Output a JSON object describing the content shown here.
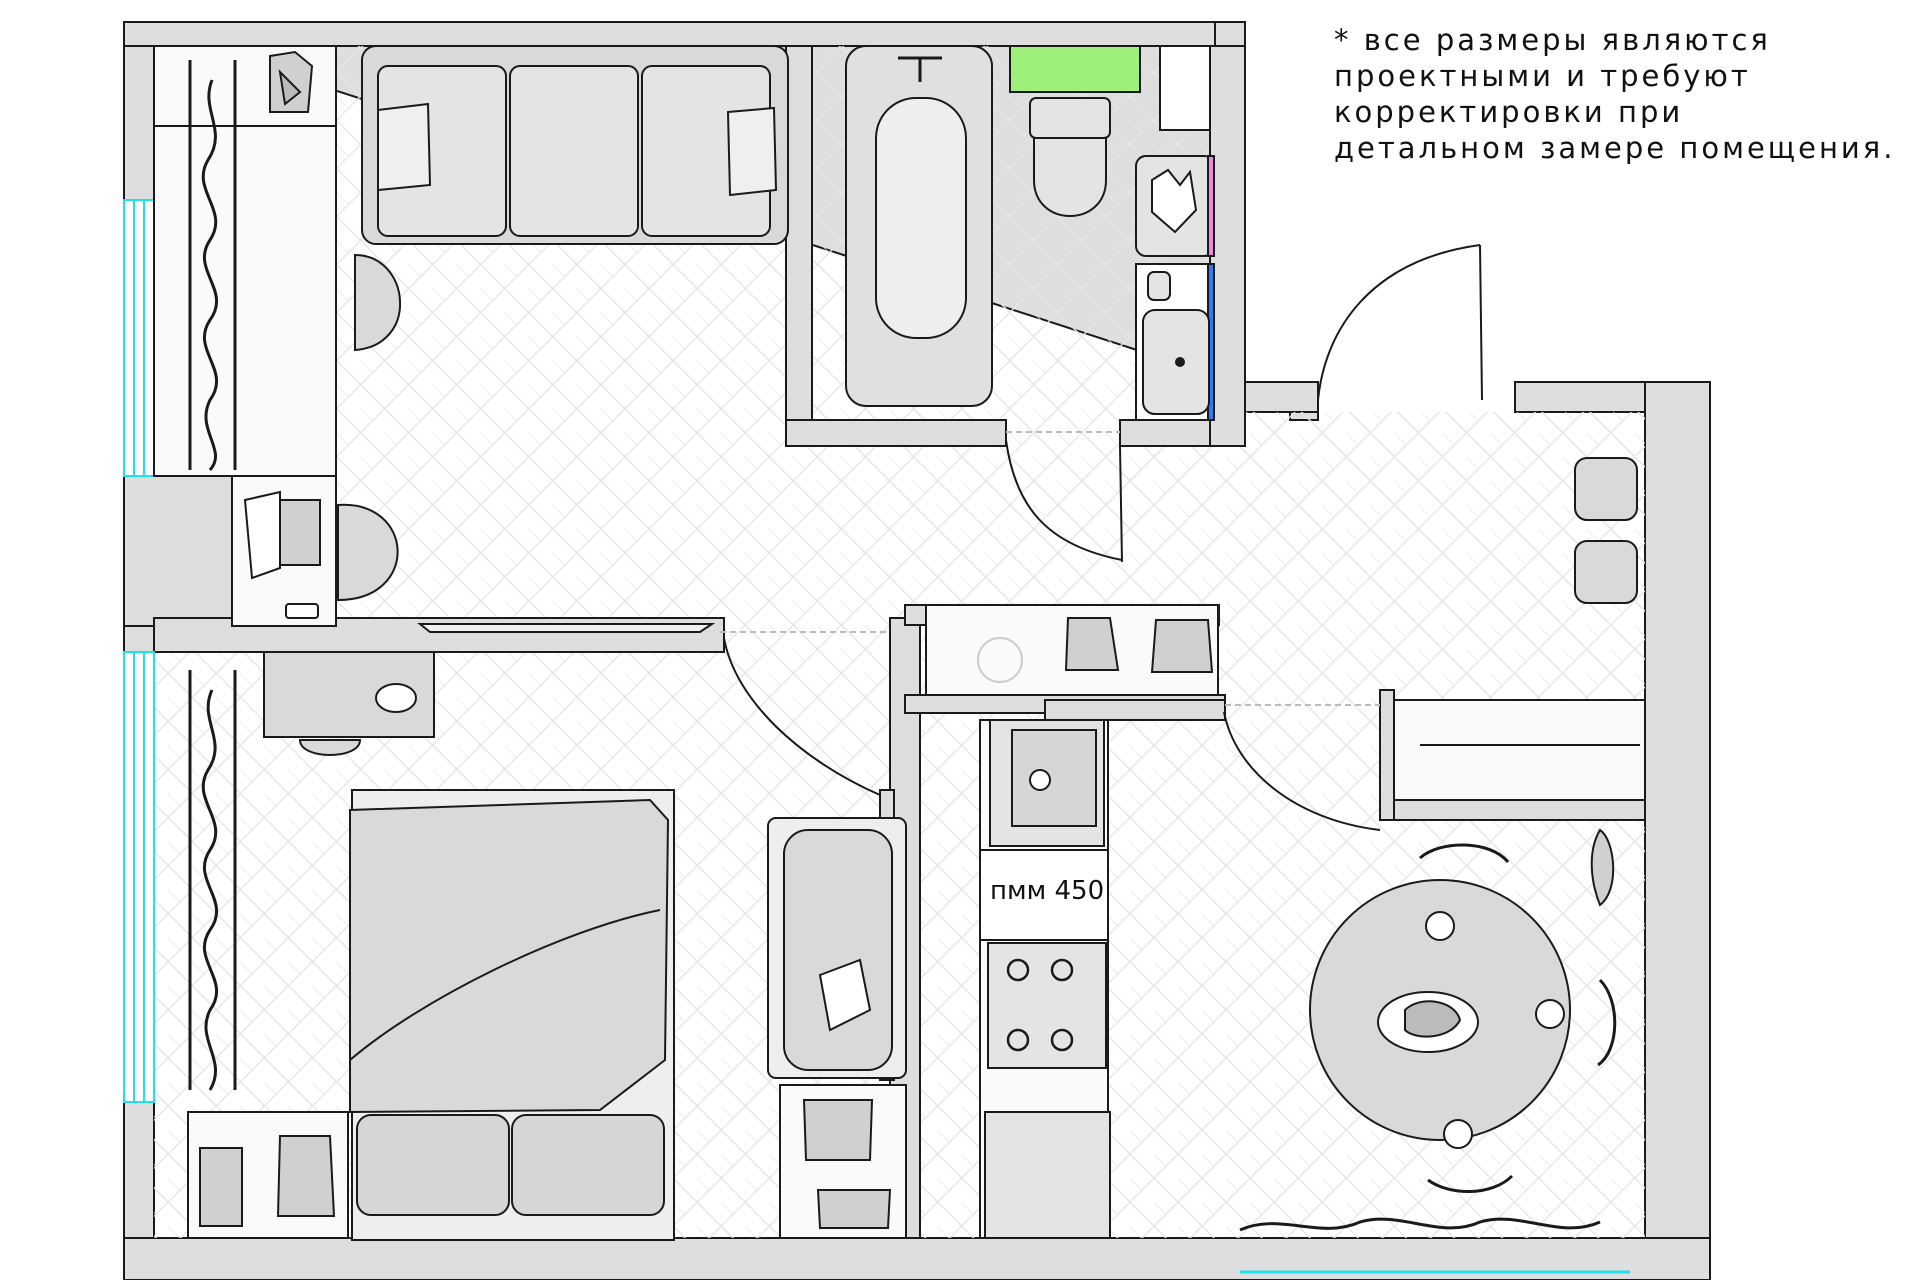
{
  "note": {
    "lines": [
      "* все размеры являются",
      "проектными и требуют",
      "корректировки при",
      "детальном замере помещения."
    ]
  },
  "labels": {
    "dishwasher": "пмм 450"
  },
  "colors": {
    "wall": "#dedede",
    "line": "#1a1a1a",
    "window": "#1ee0ee",
    "green_panel": "#9ef07a",
    "pink_strip": "#e88be0",
    "blue_strip": "#2a7cf0",
    "floor_pattern": "#e4e4e4"
  }
}
